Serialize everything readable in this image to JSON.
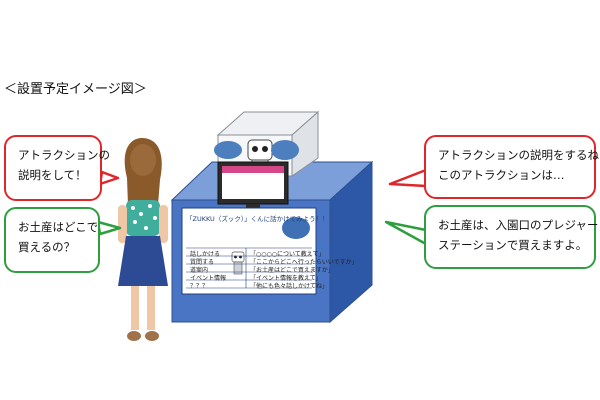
{
  "title": "＜設置予定イメージ図＞",
  "bubbles": {
    "visitor_top": {
      "line1": "アトラクションの",
      "line2": "説明をして！"
    },
    "visitor_bottom": {
      "line1": "お土産はどこで",
      "line2": "買えるの？"
    },
    "robot_top": {
      "line1": "アトラクションの説明をするね！",
      "line2": "このアトラクションは…"
    },
    "robot_bottom": {
      "line1": "お土産は、入園口のプレジャー",
      "line2": "ステーションで買えますよ。"
    }
  },
  "panel": {
    "heading": "「ZUKKU（ズック）」くんに話かけてみよう！！",
    "rows": [
      {
        "left": "話しかける",
        "right": "「○○○○について教えて」"
      },
      {
        "left": "質問する",
        "right": "「ここからどこへ行ったらいいですか」"
      },
      {
        "left": "道案内",
        "right": "「お土産はどこで買えますか」"
      },
      {
        "left": "イベント情報",
        "right": "「イベント情報を教えて」"
      },
      {
        "left": "？？？",
        "right": "「他にも色々話しかけてね」"
      }
    ]
  },
  "colors": {
    "kiosk_front": "#4a74c4",
    "kiosk_side": "#2d58a8",
    "red": "#e0262a",
    "green": "#2e9e3f"
  }
}
